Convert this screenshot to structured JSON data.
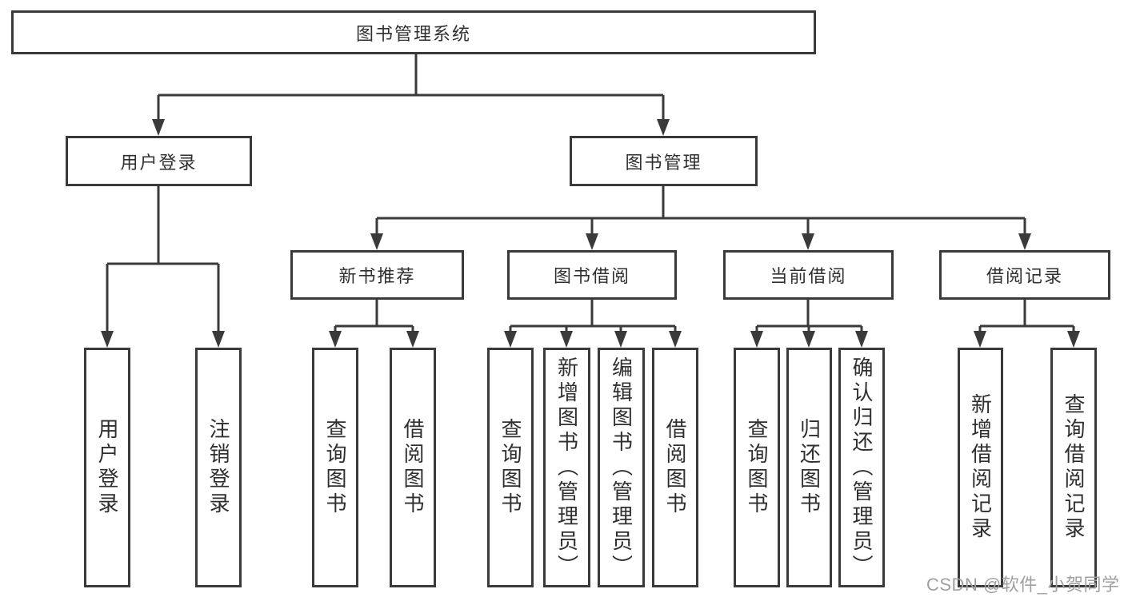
{
  "diagram": {
    "tree": {
      "label": "图书管理系统",
      "children": [
        {
          "label": "用户登录",
          "children": [
            {
              "label": "用户登录"
            },
            {
              "label": "注销登录"
            }
          ]
        },
        {
          "label": "图书管理",
          "children": [
            {
              "label": "新书推荐",
              "children": [
                {
                  "label": "查询图书"
                },
                {
                  "label": "借阅图书"
                }
              ]
            },
            {
              "label": "图书借阅",
              "children": [
                {
                  "label": "查询图书"
                },
                {
                  "label": "新增图书（管理员）"
                },
                {
                  "label": "编辑图书（管理员）"
                },
                {
                  "label": "借阅图书"
                }
              ]
            },
            {
              "label": "当前借阅",
              "children": [
                {
                  "label": "查询图书"
                },
                {
                  "label": "归还图书"
                },
                {
                  "label": "确认归还（管理员）"
                }
              ]
            },
            {
              "label": "借阅记录",
              "children": [
                {
                  "label": "新增借阅记录"
                },
                {
                  "label": "查询借阅记录"
                }
              ]
            }
          ]
        }
      ]
    },
    "watermark": "CSDN @软件_小贺同学",
    "colors": {
      "line": "#3a3a3a",
      "text": "#2f2f2f",
      "watermark": "#a0a0a0",
      "background": "#ffffff"
    }
  }
}
